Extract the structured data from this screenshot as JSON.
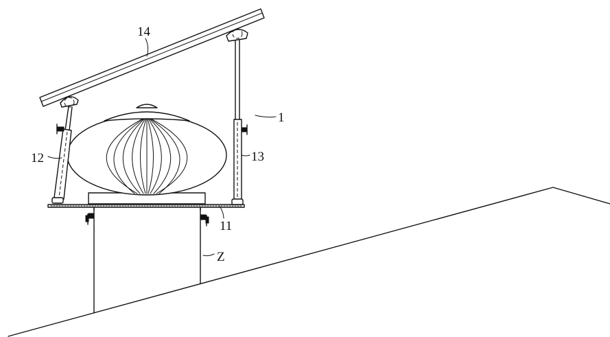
{
  "labels": {
    "panel": "14",
    "assembly": "1",
    "left_strut": "12",
    "right_strut": "13",
    "base_plate": "11",
    "chimney": "Z"
  }
}
